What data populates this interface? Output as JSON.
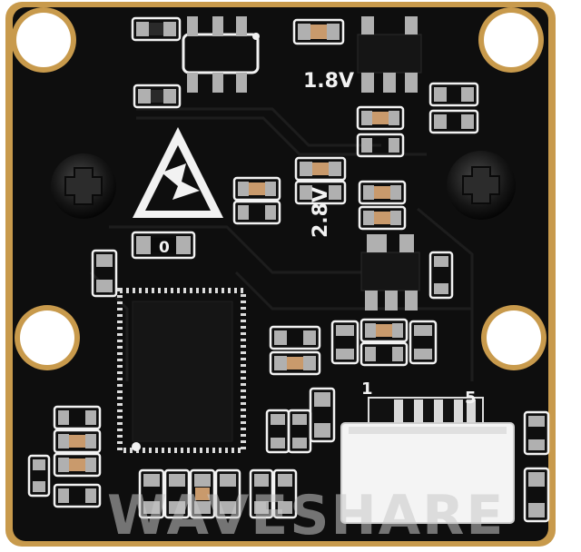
{
  "board": {
    "brand": "WAVESHARE",
    "labels": {
      "v18": "1.8V",
      "v28": "2.8V",
      "pin_first": "1",
      "pin_last": "5",
      "resistor": "0"
    }
  },
  "colors": {
    "pcb": "#0e0e0e",
    "pcb_edge": "#c89a4c",
    "pad": "#b0b0b0",
    "silkscreen": "#f2f2f2",
    "connector": "#f4f4f4",
    "ic": "#151515",
    "hole": "#ffffff",
    "cap_body": "#c99a6c"
  }
}
